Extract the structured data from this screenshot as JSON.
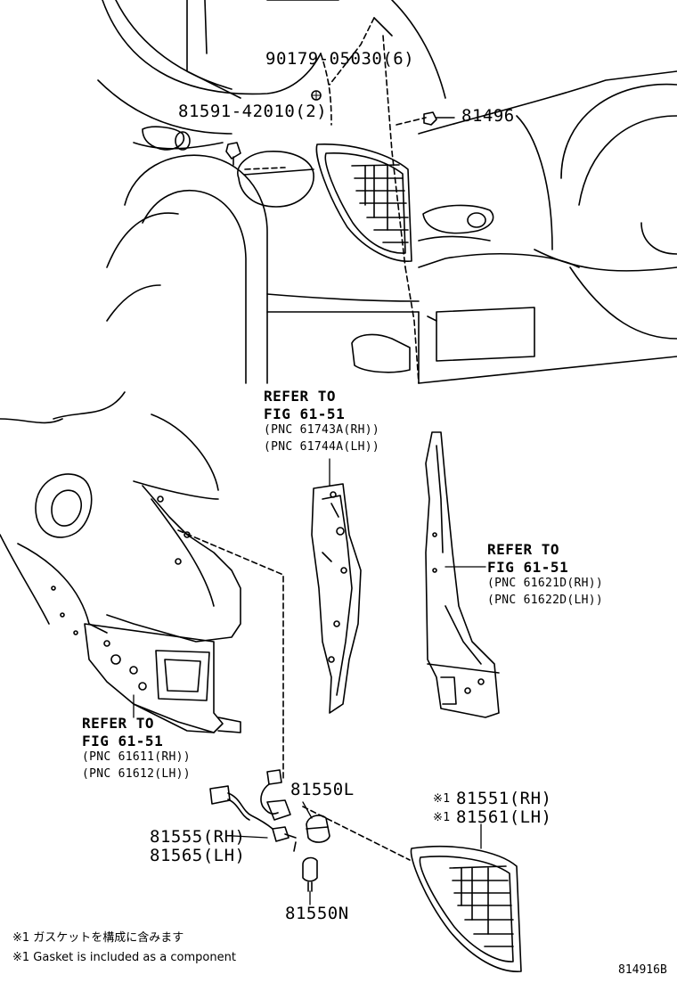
{
  "parts": {
    "p90179": "90179-05030(6)",
    "p81591": "81591-42010(2)",
    "p81496": "81496",
    "p81550L": "81550L",
    "p81555": "81555(RH)",
    "p81565": "81565(LH)",
    "p81550N": "81550N",
    "p81551": "81551(RH)",
    "p81561": "81561(LH)",
    "asterisk_1": "※1",
    "asterisk_2": "※1"
  },
  "refs": {
    "ref_a": {
      "line1": "REFER TO",
      "line2": "FIG 61-51",
      "line3": "(PNC 61743A(RH))",
      "line4": "(PNC 61744A(LH))"
    },
    "ref_b": {
      "line1": "REFER TO",
      "line2": "FIG 61-51",
      "line3": "(PNC 61621D(RH))",
      "line4": "(PNC 61622D(LH))"
    },
    "ref_c": {
      "line1": "REFER TO",
      "line2": "FIG 61-51",
      "line3": "(PNC 61611(RH))",
      "line4": "(PNC 61612(LH))"
    }
  },
  "notes": {
    "jp": "※1 ガスケットを構成に含みます",
    "en": "※1 Gasket is included as a component"
  },
  "figure_number": "814916B"
}
